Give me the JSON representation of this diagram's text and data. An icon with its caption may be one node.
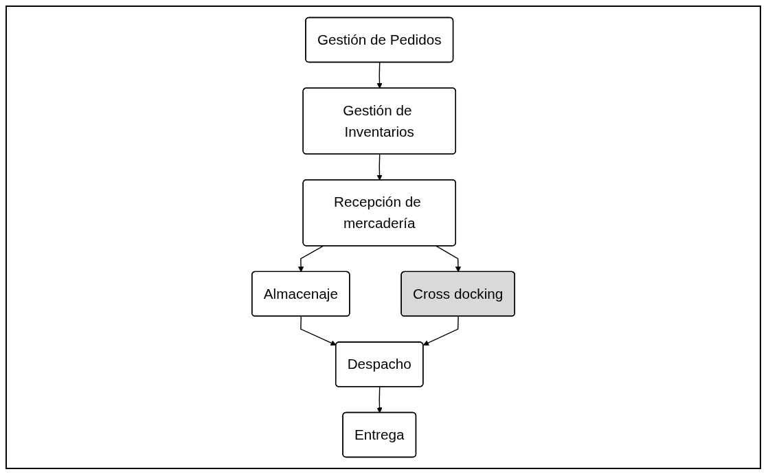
{
  "diagram": {
    "nodes": [
      {
        "text": [
          "Gestión de Pedidos"
        ]
      },
      {
        "text": [
          "Gestión de Inventarios"
        ]
      },
      {
        "text": [
          "Recepción de mercadería"
        ]
      },
      {
        "text": [
          "Almacenaje"
        ]
      },
      {
        "text": [
          "Cross docking"
        ]
      },
      {
        "text": [
          "Despacho"
        ]
      },
      {
        "text": [
          "Entrega"
        ]
      }
    ],
    "edges": [
      {
        "from": 0,
        "to": 1,
        "arrow": "to"
      },
      {
        "from": 1,
        "to": 2,
        "arrow": "to"
      },
      {
        "from": 2,
        "to": 3,
        "arrow": "to"
      },
      {
        "from": 2,
        "to": 4,
        "arrow": "to"
      },
      {
        "from": 3,
        "to": 5,
        "arrow": "to"
      },
      {
        "from": 4,
        "to": 5,
        "arrow": "to"
      },
      {
        "from": 5,
        "to": 6,
        "arrow": "to"
      }
    ]
  }
}
